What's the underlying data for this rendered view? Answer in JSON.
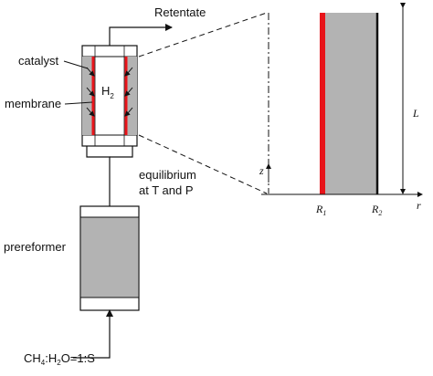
{
  "labels": {
    "retentate": "Retentate",
    "catalyst": "catalyst",
    "membrane": "membrane",
    "h2_main": "H",
    "h2_sub": "2",
    "equilibrium_line1": "equilibrium",
    "equilibrium_line2": "at T and P",
    "prereformer": "prereformer",
    "feed_ch": "CH",
    "feed_ch_sub": "4",
    "feed_h": ":H",
    "feed_h_sub": "2",
    "feed_rest": "O=1:S"
  },
  "detail": {
    "axis_z": "z",
    "axis_r": "r",
    "length_label": "L",
    "r1_main": "R",
    "r1_sub": "1",
    "r2_main": "R",
    "r2_sub": "2"
  },
  "colors": {
    "membrane": "#e8141a",
    "catalyst_fill": "#b3b3b3",
    "line": "#111111"
  }
}
